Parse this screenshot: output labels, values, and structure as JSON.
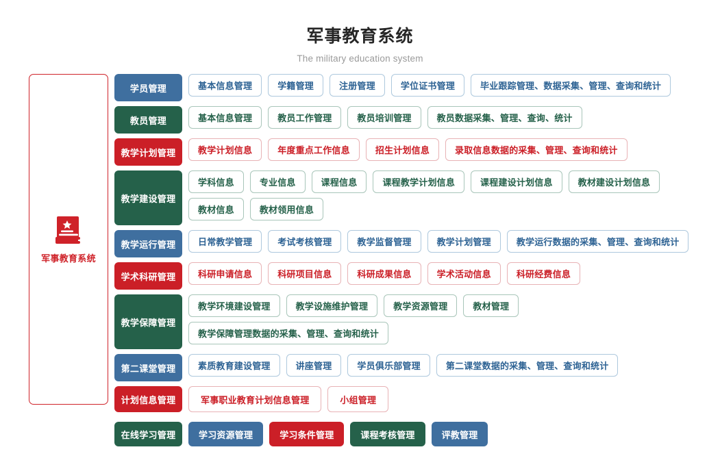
{
  "header": {
    "title": "军事教育系统",
    "subtitle": "The military education system"
  },
  "sidebar": {
    "icon": "book-star-icon",
    "label": "军事教育系统",
    "border_color": "#cf2229"
  },
  "colors": {
    "blue": "#3f6f9f",
    "green": "#25614a",
    "red": "#cb1f27",
    "blue_border": "#adc8dd",
    "green_border": "#a8c5b9",
    "red_border": "#e8b2b5"
  },
  "rows": [
    {
      "label": "学员管理",
      "color": "blue",
      "items": [
        "基本信息管理",
        "学籍管理",
        "注册管理",
        "学位证书管理",
        "毕业跟踪管理、数据采集、管理、查询和统计"
      ]
    },
    {
      "label": "教员管理",
      "color": "green",
      "items": [
        "基本信息管理",
        "教员工作管理",
        "教员培训管理",
        "教员数据采集、管理、查询、统计"
      ]
    },
    {
      "label": "教学计划管理",
      "color": "red",
      "items": [
        "教学计划信息",
        "年度重点工作信息",
        "招生计划信息",
        "录取信息数据的采集、管理、查询和统计"
      ]
    },
    {
      "label": "教学建设管理",
      "color": "green",
      "items": [
        "学科信息",
        "专业信息",
        "课程信息",
        "课程教学计划信息",
        "课程建设计划信息",
        "教材建设计划信息",
        "教材信息",
        "教材领用信息"
      ]
    },
    {
      "label": "教学运行管理",
      "color": "blue",
      "items": [
        "日常教学管理",
        "考试考核管理",
        "教学监督管理",
        "教学计划管理",
        "教学运行数据的采集、管理、查询和统计"
      ]
    },
    {
      "label": "学术科研管理",
      "color": "red",
      "items": [
        "科研申请信息",
        "科研项目信息",
        "科研成果信息",
        "学术活动信息",
        "科研经费信息"
      ]
    },
    {
      "label": "教学保障管理",
      "color": "green",
      "items": [
        "教学环境建设管理",
        "教学设施维护管理",
        "教学资源管理",
        "教材管理",
        "教学保障管理数据的采集、管理、查询和统计"
      ]
    },
    {
      "label": "第二课堂管理",
      "color": "blue",
      "items": [
        "素质教育建设管理",
        "讲座管理",
        "学员俱乐部管理",
        "第二课堂数据的采集、管理、查询和统计"
      ]
    },
    {
      "label": "计划信息管理",
      "color": "red",
      "items": [
        "军事职业教育计划信息管理",
        "小组管理"
      ]
    },
    {
      "label": "在线学习管理",
      "color": "green",
      "filled_items": true,
      "items": [
        {
          "text": "学习资源管理",
          "color": "blue"
        },
        {
          "text": "学习条件管理",
          "color": "red"
        },
        {
          "text": "课程考核管理",
          "color": "green"
        },
        {
          "text": "评教管理",
          "color": "blue"
        }
      ]
    }
  ]
}
